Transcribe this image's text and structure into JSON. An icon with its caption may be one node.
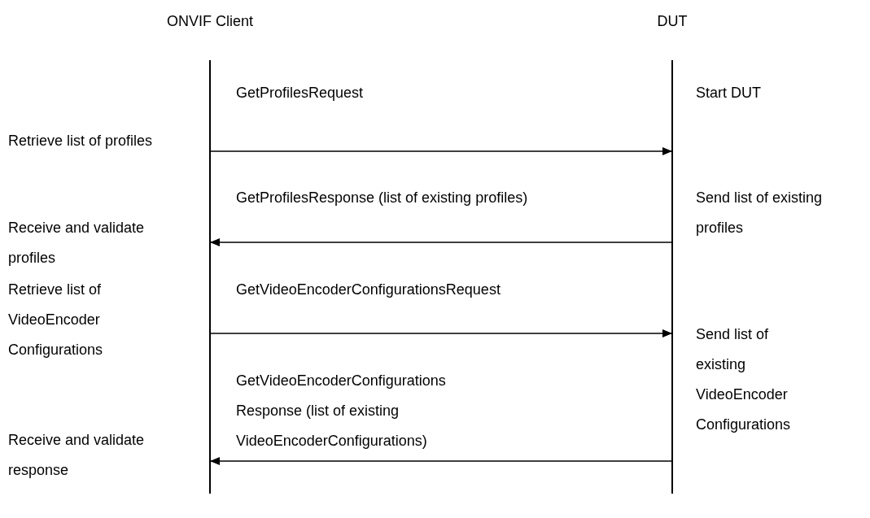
{
  "diagram": {
    "nodes": [
      {
        "text": [
          "ONVIF Client"
        ]
      },
      {
        "text": [
          "DUT"
        ]
      }
    ],
    "edges": [
      {
        "from": 0,
        "to": 1,
        "arrow": "to",
        "label": "GetProfilesRequest"
      },
      {
        "from": 1,
        "to": 0,
        "arrow": "to",
        "label": "GetProfilesResponse (list of existing profiles)"
      },
      {
        "from": 0,
        "to": 1,
        "arrow": "to",
        "label": "GetVideoEncoderConfigurationsRequest"
      },
      {
        "from": 1,
        "to": 0,
        "arrow": "to",
        "label": "GetVideoEncoderConfigurations Response (list of existing VideoEncoderConfigurations)"
      }
    ],
    "labels": [
      "Start DUT",
      "Retrieve list of profiles",
      "Send list of existing profiles",
      "Receive and validate profiles",
      "Retrieve list of VideoEncoder Configurations",
      "Send list of existing VideoEncoder Configurations",
      "Receive and validate response"
    ]
  }
}
